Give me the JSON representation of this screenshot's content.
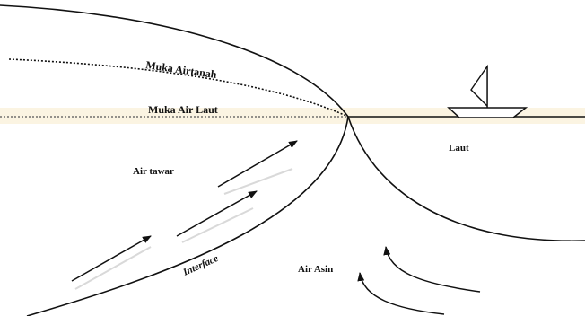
{
  "labels": {
    "water_table": "Muka Airtanah",
    "sea_level": "Muka Air Laut",
    "sea": "Laut",
    "fresh_water": "Air tawar",
    "salt_water": "Air Asin",
    "interface": "Interface"
  },
  "colors": {
    "line": "#111111",
    "faint_band": "#fbf4e2",
    "faint_arrow_shadow": "#d9d9d9"
  }
}
